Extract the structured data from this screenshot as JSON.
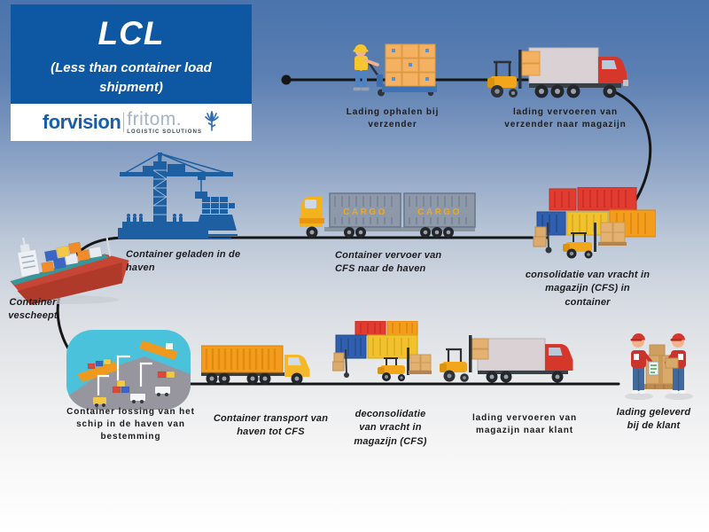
{
  "header": {
    "title": "LCL",
    "subtitle": "(Less than container load shipment)",
    "logo": {
      "brand_primary": "forvision",
      "brand_secondary": "fritom.",
      "tagline": "LOGISTIC SOLUTIONS"
    }
  },
  "steps": [
    {
      "id": "pickup-at-shipper",
      "label": "Lading ophalen bij verzender"
    },
    {
      "id": "shipper-to-warehouse",
      "label": "lading vervoeren van verzender naar magazijn"
    },
    {
      "id": "consolidation-cfs",
      "label": "consolidatie van vracht in magazijn (CFS) in container"
    },
    {
      "id": "cfs-to-port",
      "label": "Container vervoer van CFS naar de haven"
    },
    {
      "id": "loaded-in-port",
      "label": "Container geladen in de haven"
    },
    {
      "id": "container-shipped",
      "label": "Container vescheept"
    },
    {
      "id": "unloading-destination-port",
      "label": "Container lossing van het schip in de haven van bestemming"
    },
    {
      "id": "port-to-cfs",
      "label": "Container transport van haven tot CFS"
    },
    {
      "id": "deconsolidation-cfs",
      "label": "deconsolidatie van vracht in magazijn (CFS)"
    },
    {
      "id": "warehouse-to-customer",
      "label": "lading vervoeren van magazijn naar klant"
    },
    {
      "id": "delivered-to-customer",
      "label": "lading geleverd bij de klant"
    }
  ],
  "illustration_text": {
    "cargo": "CARGO"
  },
  "colors": {
    "header_blue": "#0d57a3",
    "brand_blue": "#1b5ea8",
    "crane_blue": "#1d5fa0",
    "flow_line": "#161616",
    "bg_top": "#4a74ad",
    "bg_bottom": "#ffffff",
    "container_red": "#e23c30",
    "container_blue": "#2f5fae",
    "container_yellow": "#f2c22e",
    "container_orange": "#f49d1d",
    "truck_cab_red": "#d6372b",
    "forklift_yellow": "#f2a61c"
  }
}
